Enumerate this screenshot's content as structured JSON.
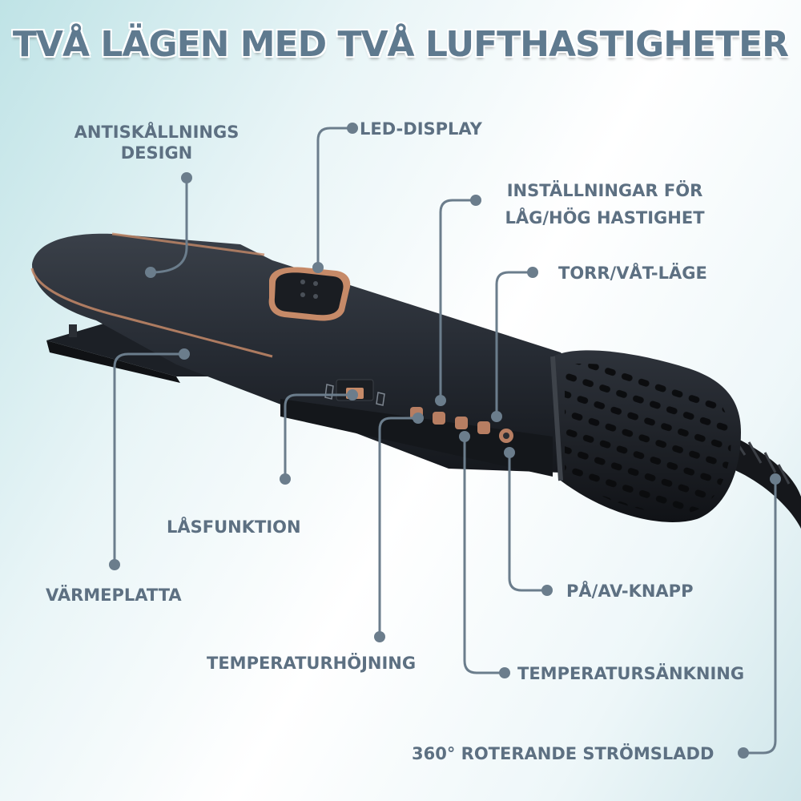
{
  "title": "TVÅ LÄGEN MED TVÅ LUFTHASTIGHETER",
  "labels": {
    "anti_scald_1": "ANTISKÅLLNINGS",
    "anti_scald_2": "DESIGN",
    "led_display": "LED-DISPLAY",
    "speed_settings_1": "INSTÄLLNINGAR FÖR",
    "speed_settings_2": "LÅG/HÖG HASTIGHET",
    "dry_wet_mode": "TORR/VÅT-LÄGE",
    "lock_function": "LÅSFUNKTION",
    "heat_plate": "VÄRMEPLATTA",
    "power_button": "PÅ/AV-KNAPP",
    "temp_increase": "TEMPERATURHÖJNING",
    "temp_decrease": "TEMPERATURSÄNKNING",
    "rotating_cord": "360° ROTERANDE STRÖMSLADD"
  },
  "colors": {
    "accent": "#5f7a8f",
    "label": "#5d7082",
    "line": "#6b7d8c",
    "device_body": "#262b33",
    "rose_gold": "#c68a68"
  }
}
